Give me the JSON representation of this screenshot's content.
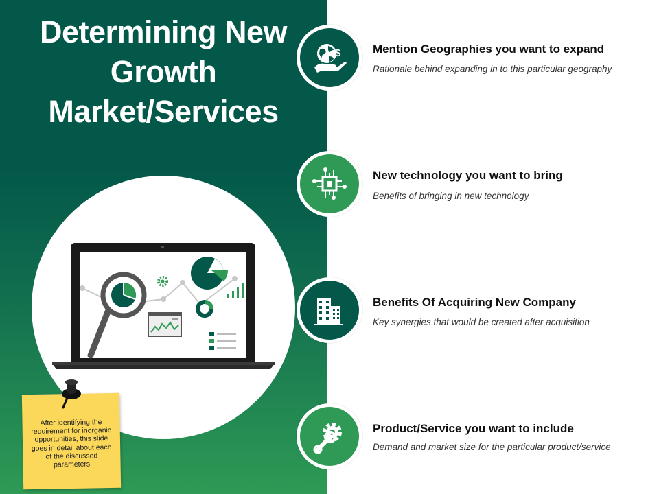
{
  "slide": {
    "title": "Determining New Growth Market/Services"
  },
  "note": {
    "text": "After identifying the requirement for inorganic opportunities, this slide goes in detail about each of the discussed parameters",
    "color": "#fbd85a"
  },
  "theme": {
    "dark_green": "#035849",
    "light_green": "#2e9a55"
  },
  "items": [
    {
      "heading": "Mention Geographies you want to expand",
      "sub": "Rationale behind expanding in to this particular geography",
      "icon": "globe-dollar-hand-icon"
    },
    {
      "heading": "New technology you want to bring",
      "sub": "Benefits of bringing in new technology",
      "icon": "chip-circuit-icon"
    },
    {
      "heading": "Benefits Of Acquiring New Company",
      "sub": "Key synergies that would be created after acquisition",
      "icon": "office-building-icon"
    },
    {
      "heading": "Product/Service you want to include",
      "sub": "Demand and market size for the particular product/service",
      "icon": "gear-wrench-icon"
    }
  ]
}
